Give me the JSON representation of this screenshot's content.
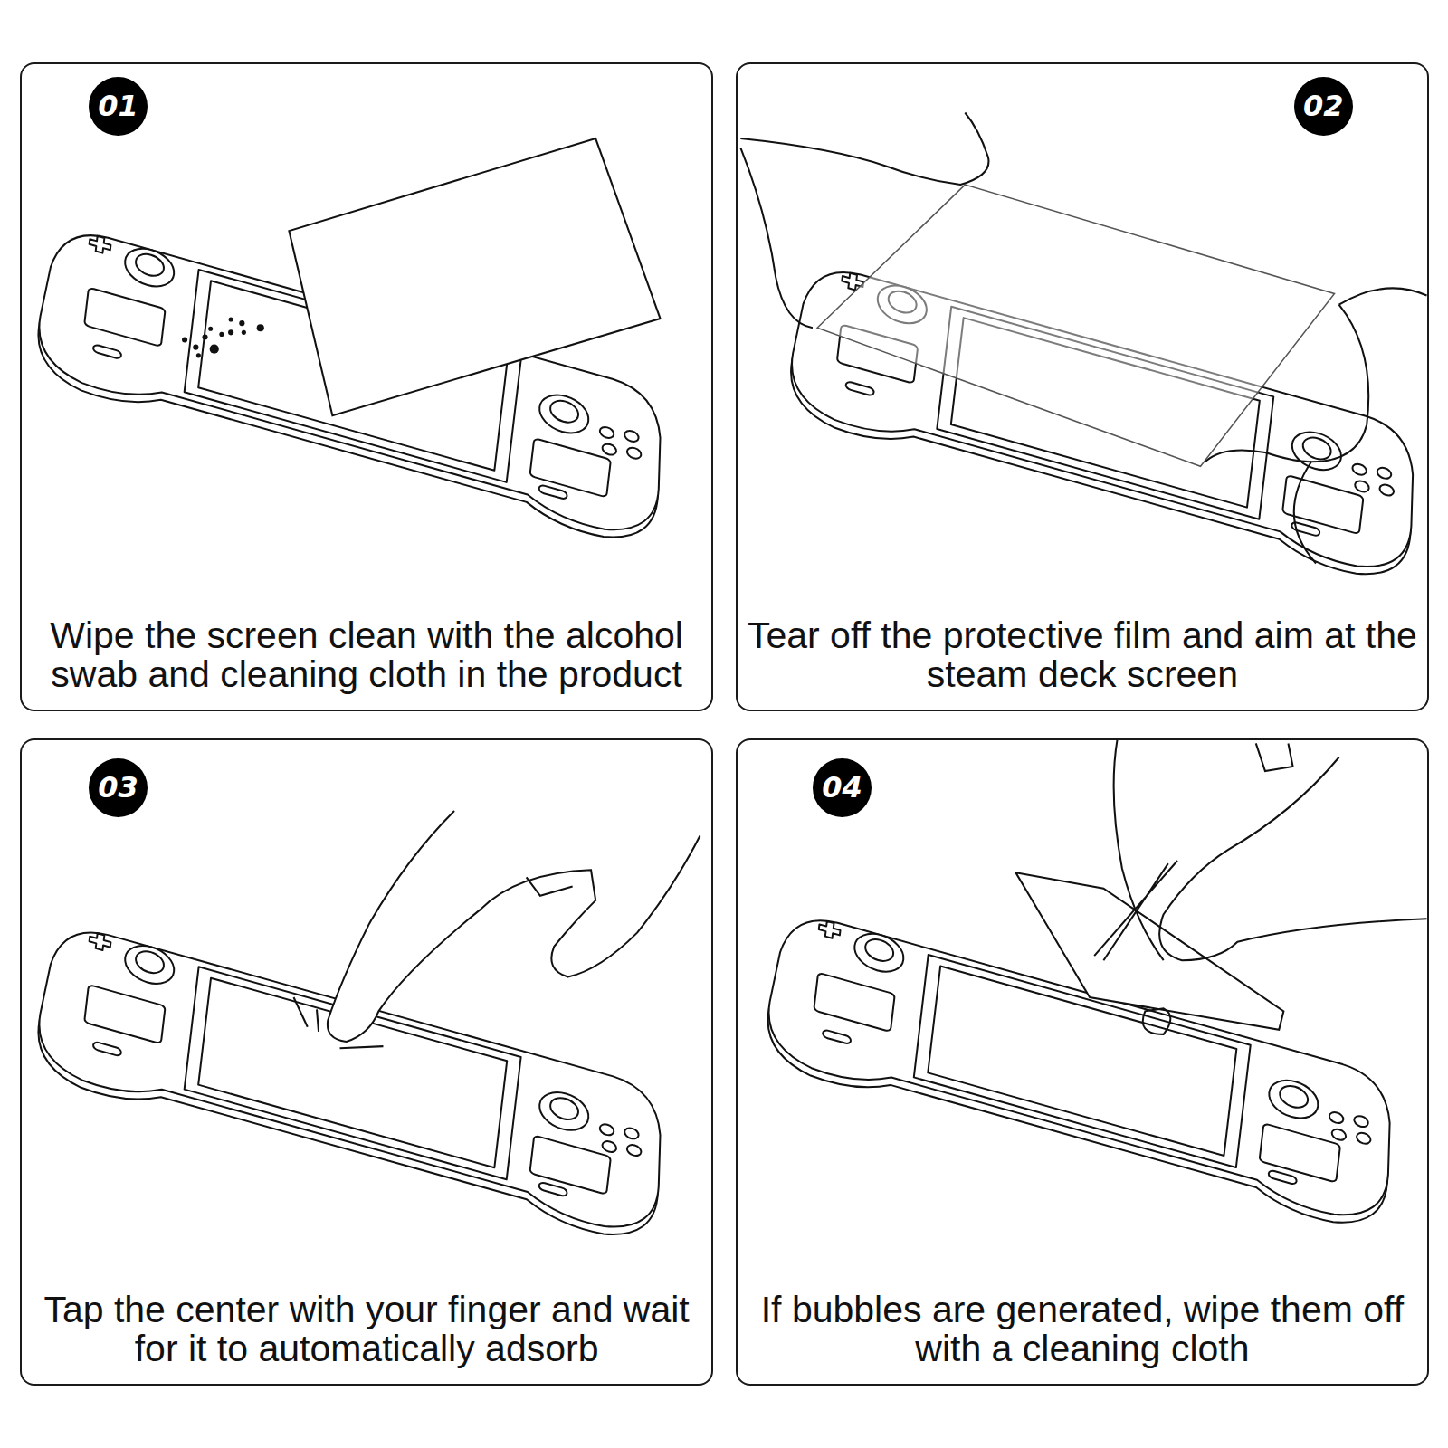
{
  "diagram": {
    "nodes": [
      {
        "text": [
          "Wipe the screen clean with the alcohol swab and cleaning cloth in the product"
        ]
      },
      {
        "text": [
          "01"
        ],
        "in": 0
      },
      {
        "text": [
          "Tear off the protective film and aim at the steam deck screen"
        ]
      },
      {
        "text": [
          "02"
        ],
        "in": 2
      },
      {
        "text": [
          "Tap the center with your finger and wait for it to automatically adsorb"
        ]
      },
      {
        "text": [
          "03"
        ],
        "in": 4
      },
      {
        "text": [
          "If bubbles are generated, wipe them off with a cleaning cloth"
        ]
      },
      {
        "text": [
          "04"
        ],
        "in": 6
      }
    ]
  }
}
